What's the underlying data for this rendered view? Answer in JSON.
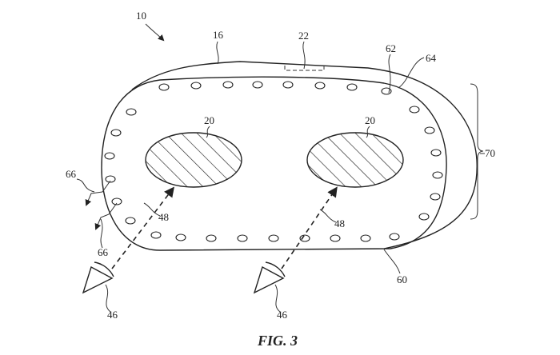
{
  "figure": {
    "caption": "FIG. 3",
    "labels": {
      "device": "10",
      "housing": "16",
      "component": "22",
      "light_source": "62",
      "region": "64",
      "lens_left": "20",
      "lens_right": "20",
      "side": "70",
      "light_upper": "66",
      "light_lower": "66",
      "direction_left": "48",
      "direction_right": "48",
      "eye_left": "46",
      "eye_right": "46",
      "face": "60"
    }
  }
}
